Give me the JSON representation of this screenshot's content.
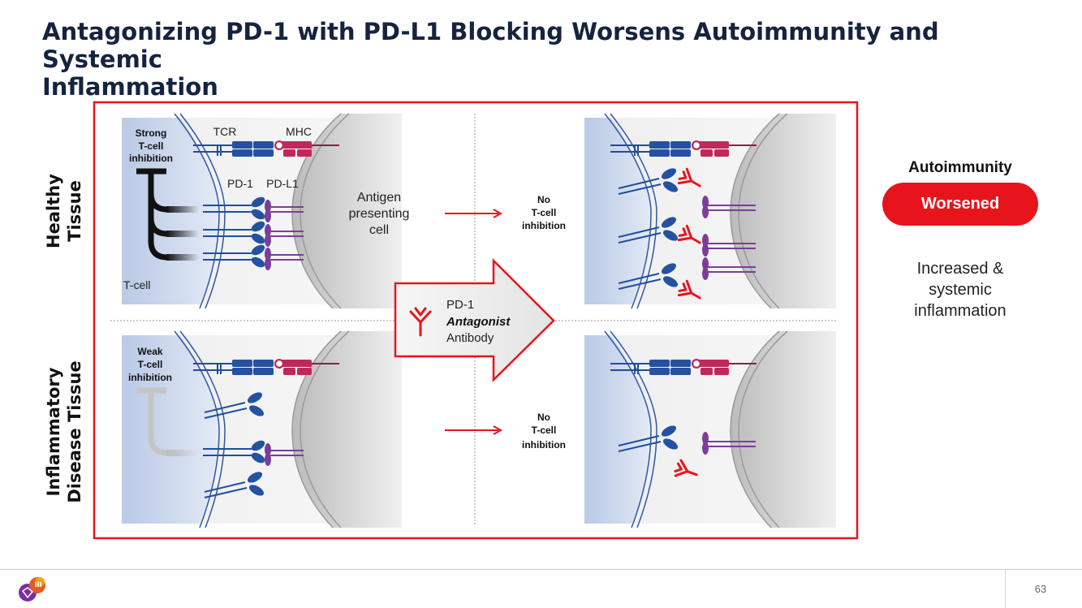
{
  "title": {
    "line1": "Antagonizing PD-1 with PD-L1 Blocking Worsens Autoimmunity and Systemic",
    "line2": "Inflammation"
  },
  "diagram": {
    "rows": {
      "top_label_1": "Healthy",
      "top_label_2": "Tissue",
      "bottom_label_1": "Inflammatory",
      "bottom_label_2": "Disease Tissue"
    },
    "labels": {
      "tcr": "TCR",
      "mhc": "MHC",
      "pd1": "PD-1",
      "pdl1": "PD-L1",
      "tcell": "T-cell",
      "apc_line1": "Antigen",
      "apc_line2": "presenting",
      "apc_line3": "cell"
    },
    "strong_inhibition": [
      "Strong",
      "T-cell",
      "inhibition"
    ],
    "weak_inhibition": [
      "Weak",
      "T-cell",
      "inhibition"
    ],
    "no_inhibition": [
      "No",
      "T-cell",
      "inhibition"
    ],
    "antibody": {
      "line1": "PD-1",
      "line2": "Antagonist",
      "line3": "Antibody"
    }
  },
  "outcome": {
    "heading": "Autoimmunity",
    "badge": "Worsened",
    "note_line1": "Increased &",
    "note_line2": "systemic",
    "note_line3": "inflammation"
  },
  "footer": {
    "page_number": "63"
  },
  "colors": {
    "accent_red": "#e8141c",
    "title_navy": "#15233f",
    "tcr_blue": "#1f4e9c",
    "mhc_magenta": "#c0285c",
    "pdl1_purple": "#7a3e98"
  }
}
